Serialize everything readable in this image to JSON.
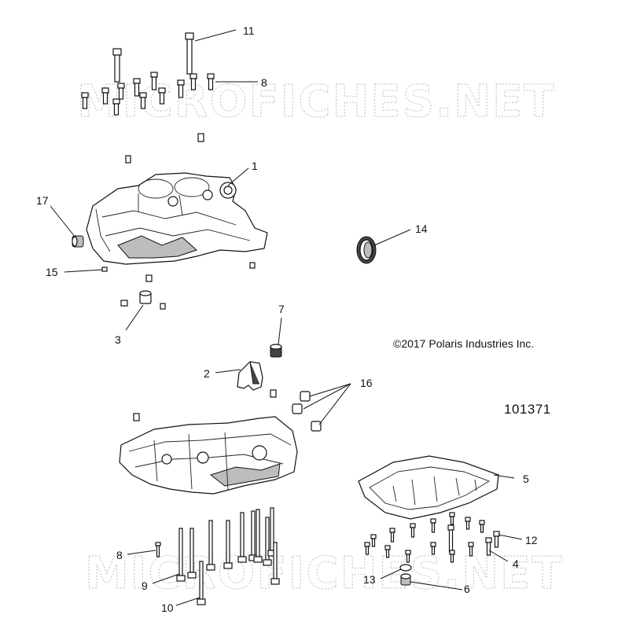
{
  "watermark": {
    "text": "MICROFICHES.NET"
  },
  "copyright": "©2017 Polaris Industries Inc.",
  "figure_number": "101371",
  "callouts": {
    "c11": "11",
    "c8_top": "8",
    "c1": "1",
    "c17": "17",
    "c14": "14",
    "c15": "15",
    "c3": "3",
    "c7": "7",
    "c2": "2",
    "c16": "16",
    "c5": "5",
    "c12": "12",
    "c4": "4",
    "c8_bottom": "8",
    "c9": "9",
    "c10": "10",
    "c13": "13",
    "c6": "6"
  }
}
